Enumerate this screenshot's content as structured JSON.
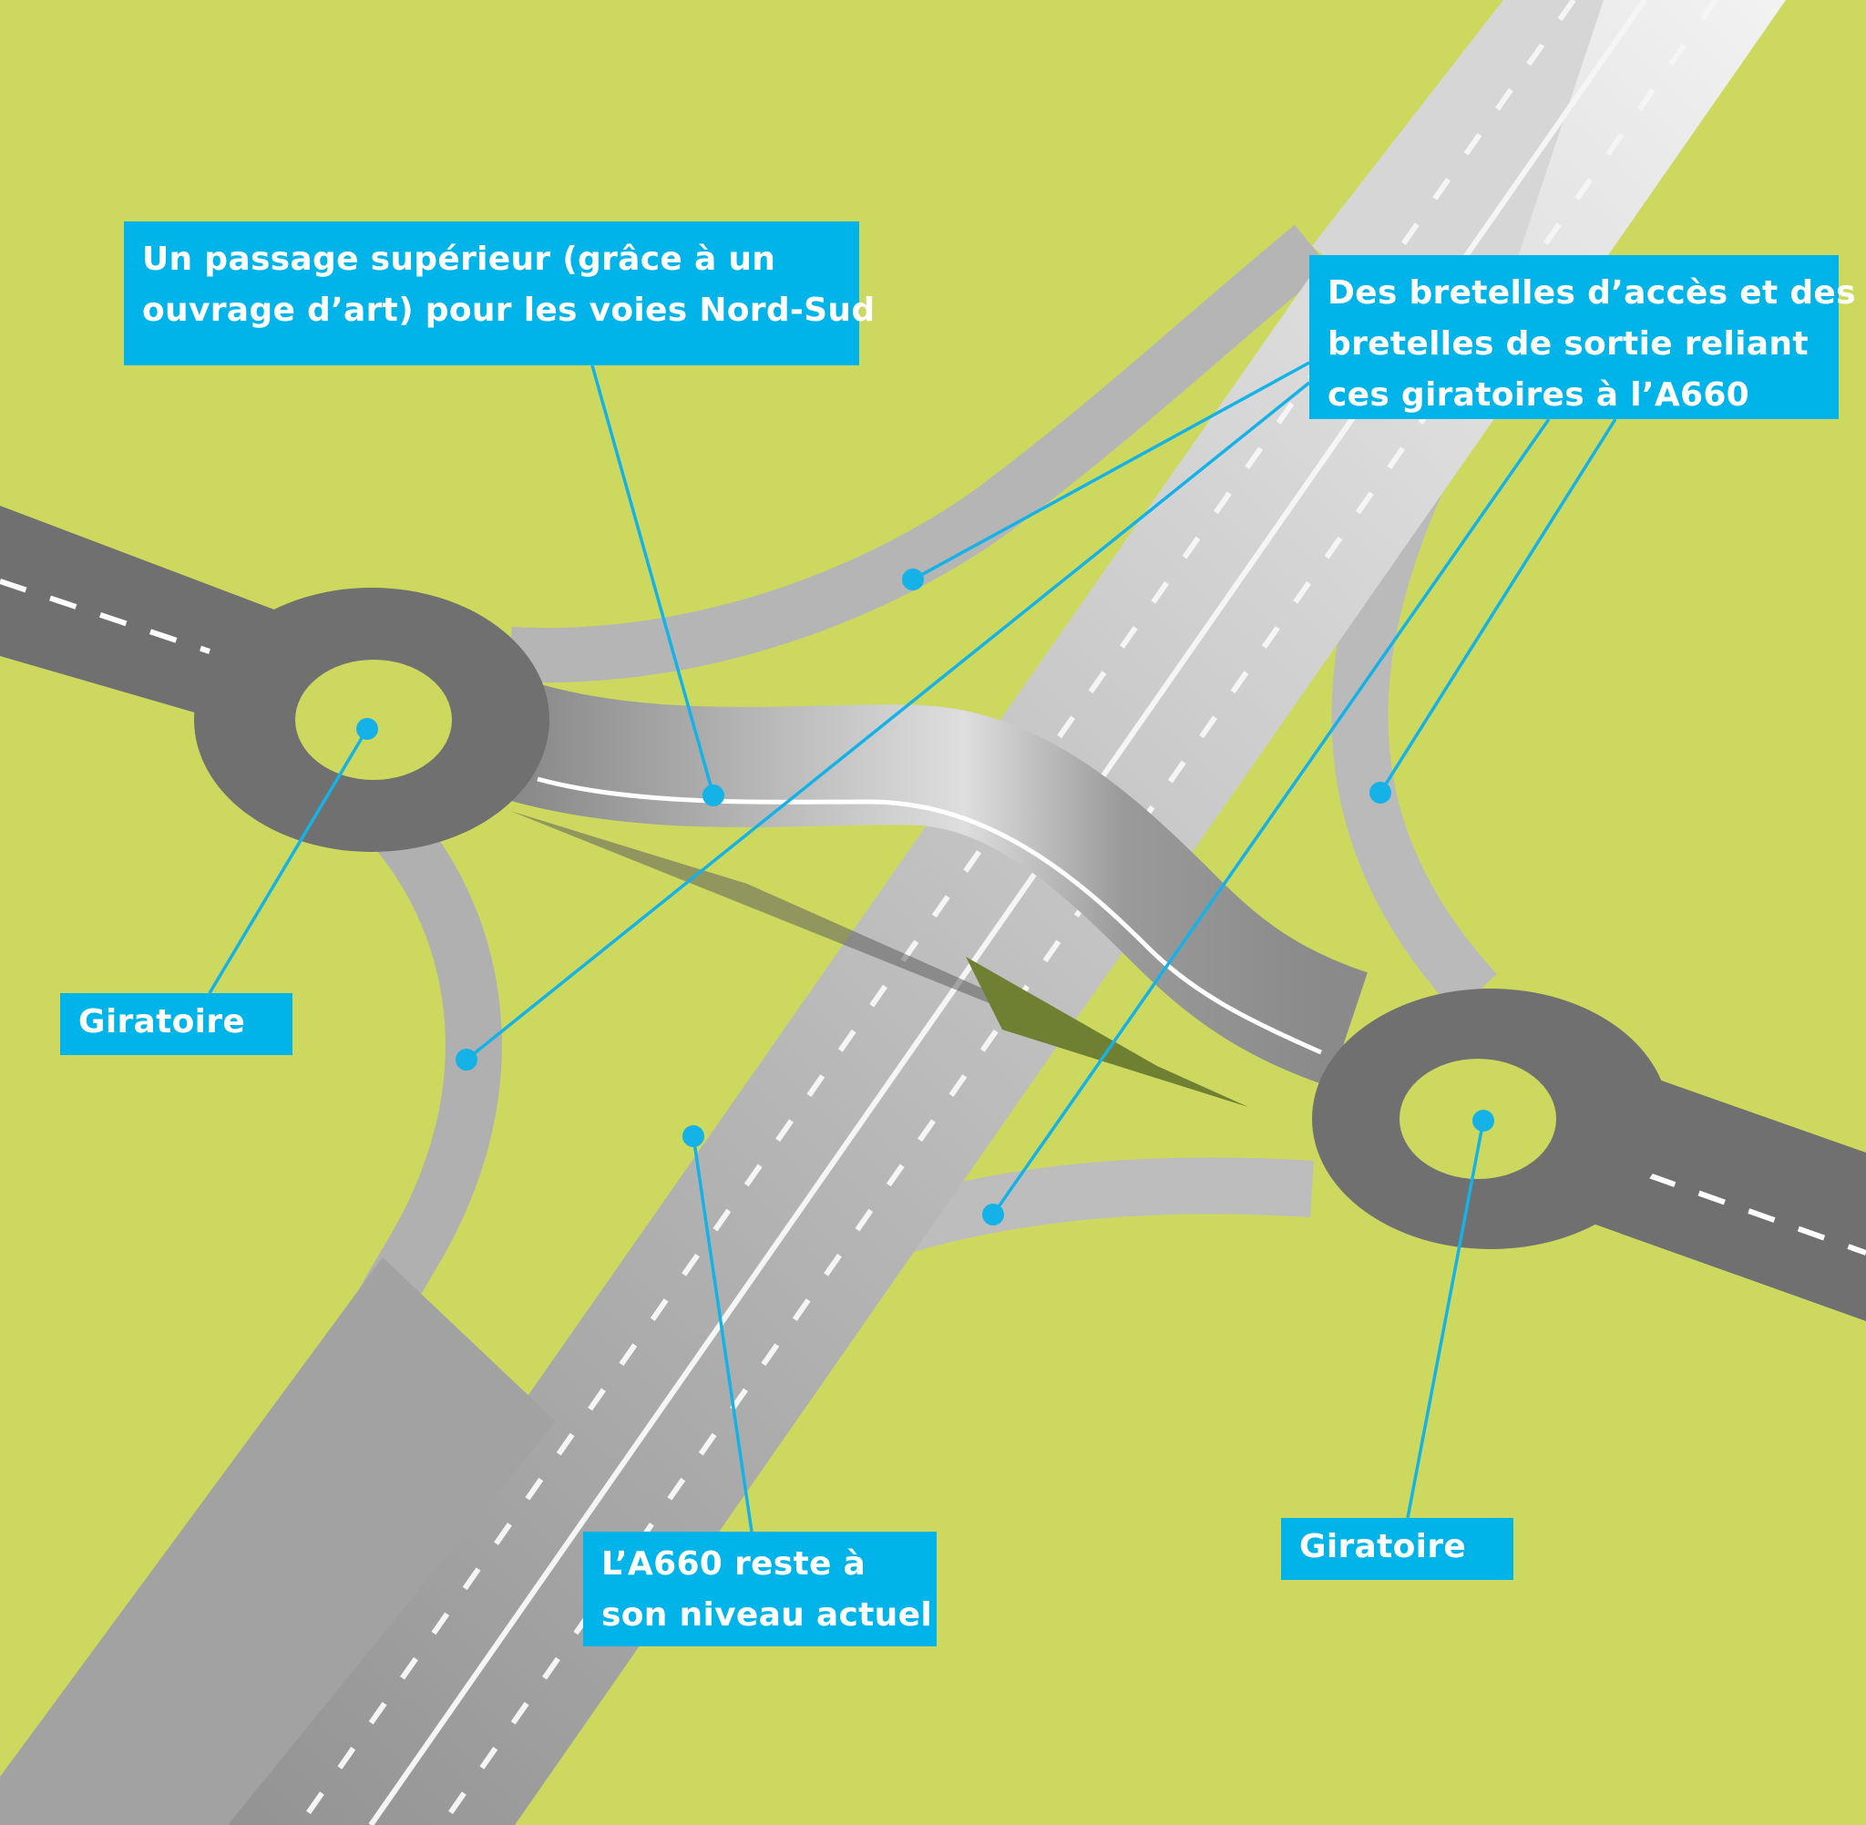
{
  "colors": {
    "background": "#cdd95e",
    "callout": "#00b4ea",
    "leader": "#14b2e6",
    "local_road": "#707070",
    "highway": "#c4c4c4",
    "ramp": "#b3b3b3"
  },
  "callouts": {
    "overpass": {
      "line1": "Un passage supérieur (grâce à un",
      "line2": "ouvrage d’art) pour les voies Nord-Sud"
    },
    "ramps": {
      "line1": "Des bretelles d’accès et des",
      "line2": "bretelles de sortie reliant",
      "line3": "ces giratoires à l’A660"
    },
    "roundabout_left": "Giratoire",
    "roundabout_right": "Giratoire",
    "a660": {
      "line1": "L’A660 reste à",
      "line2": "son niveau actuel"
    }
  }
}
